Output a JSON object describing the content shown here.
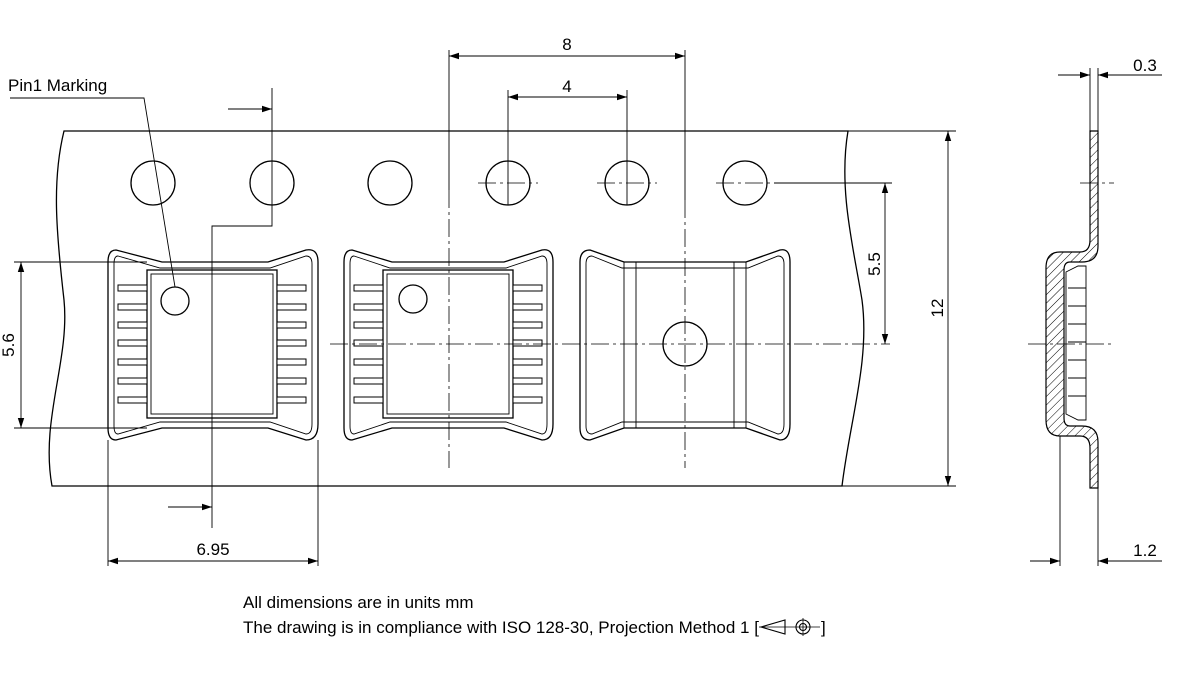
{
  "labels": {
    "pin1": "Pin1 Marking"
  },
  "dimensions": {
    "pitch_feeder": "8",
    "pitch_hole": "4",
    "pocket_width": "6.95",
    "pocket_length": "5.6",
    "hole_to_center": "5.5",
    "tape_width": "12",
    "tape_thickness": "0.3",
    "pocket_depth": "1.2"
  },
  "notes": {
    "units": "All dimensions are in units mm",
    "compliance": "The drawing is in compliance with ISO 128-30, Projection Method 1 ["
  },
  "notes_suffix": "]"
}
